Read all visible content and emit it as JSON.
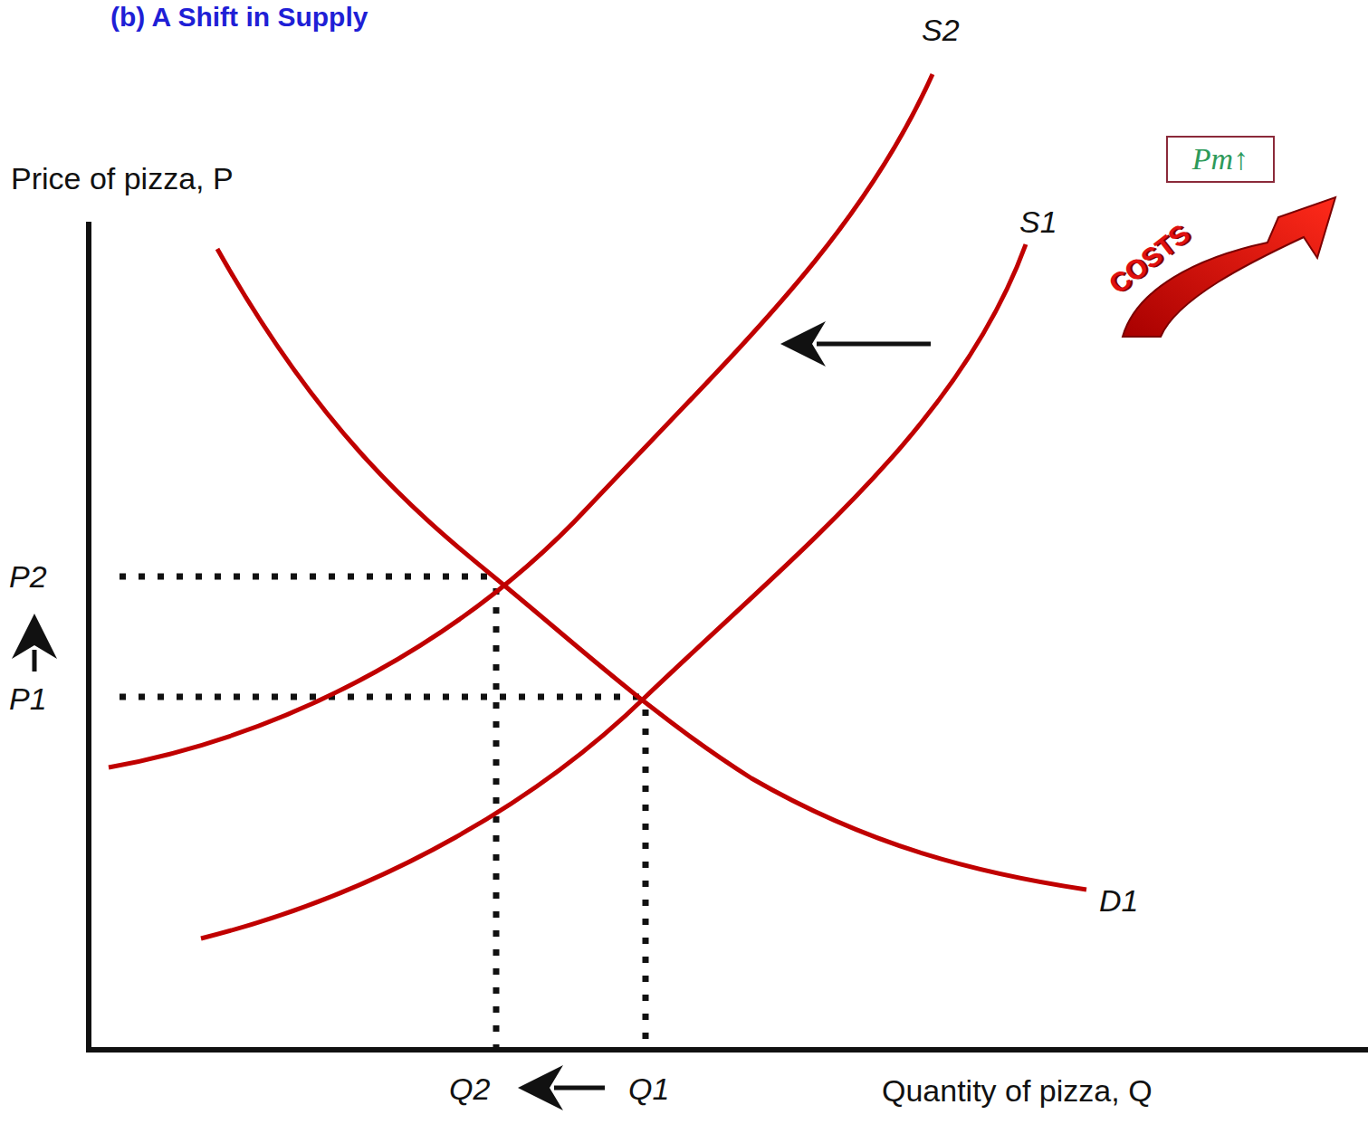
{
  "diagram": {
    "title": "(b) A Shift in Supply",
    "nodes": [
      {
        "text": [
          "Pm↑"
        ]
      }
    ],
    "labels": [
      "S2",
      "S1",
      "D1",
      "Price of pizza, P",
      "P2",
      "P1",
      "Q2",
      "Q1",
      "Quantity of pizza, Q",
      "COSTS"
    ]
  }
}
